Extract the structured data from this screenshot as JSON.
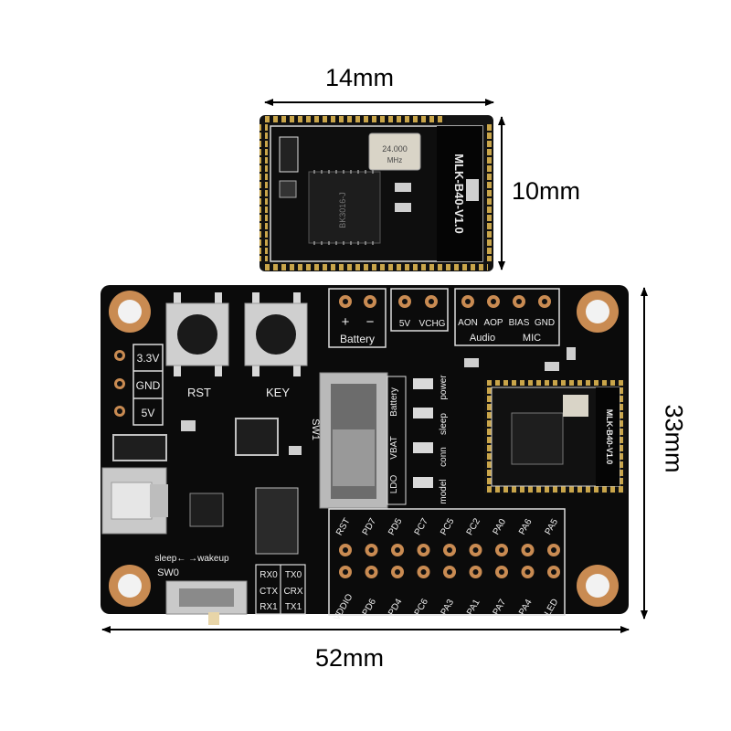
{
  "dimensions": {
    "module_width": "14mm",
    "module_height": "10mm",
    "board_width": "52mm",
    "board_height": "33mm"
  },
  "module": {
    "label": "MLK-B40-V1.0",
    "crystal_line1": "24.000",
    "crystal_line2": "MHz",
    "chip_label": "BK3016-J"
  },
  "board": {
    "power_pins": [
      "3.3V",
      "GND",
      "5V"
    ],
    "buttons": [
      "RST",
      "KEY"
    ],
    "battery_signs": [
      "+",
      "−"
    ],
    "battery_label": "Battery",
    "power_header": [
      "5V",
      "VCHG"
    ],
    "audio_pins": [
      "AON",
      "AOP",
      "BIAS",
      "GND"
    ],
    "audio_label": "Audio",
    "mic_label": "MIC",
    "switch_label": "SW1",
    "mode_labels": [
      "LDO",
      "VBAT",
      "Battery"
    ],
    "state_labels": [
      "model",
      "conn",
      "sleep",
      "power"
    ],
    "module_label": "MLK-B40-V1.0",
    "sw0_label": "SW0",
    "sw0_legend": "sleep←  →wakeup",
    "uart_labels": [
      "RX0",
      "TX0",
      "CTX",
      "CRX",
      "RX1",
      "TX1"
    ],
    "top_row_labels": [
      "RST",
      "PD7",
      "PD5",
      "PC7",
      "PC5",
      "PC2",
      "PA0",
      "PA6",
      "PA5"
    ],
    "bottom_row_labels": [
      "VDDIO",
      "PD6",
      "PD4",
      "PC6",
      "PA3",
      "PA1",
      "PA7",
      "PA4",
      "LED"
    ]
  }
}
